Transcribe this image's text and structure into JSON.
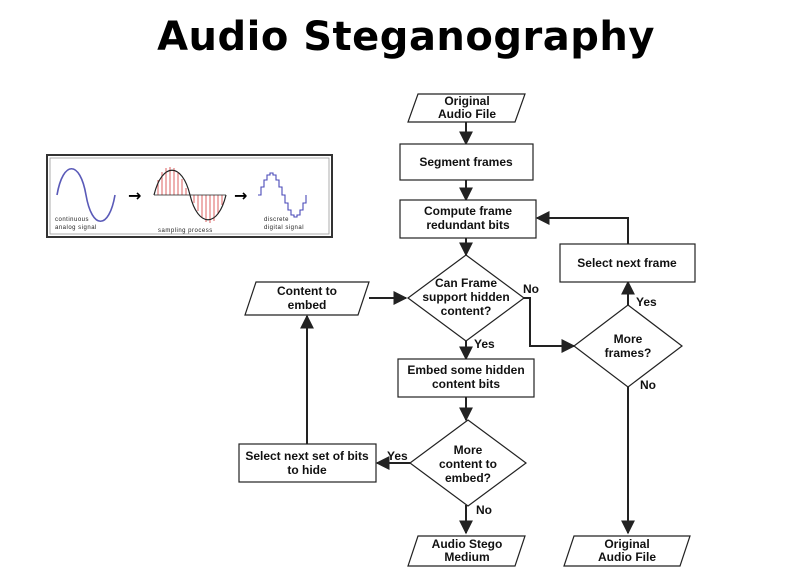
{
  "title": "Audio Steganography",
  "inset": {
    "captions": {
      "continuous": [
        "continuous",
        "analog signal"
      ],
      "sampling": [
        "sampling process"
      ],
      "discrete": [
        "discrete",
        "digital signal"
      ]
    },
    "arrow_glyph": "→"
  },
  "flowchart": {
    "nodes": {
      "original_audio_in": [
        "Original",
        "Audio File"
      ],
      "segment_frames": [
        "Segment frames"
      ],
      "compute_bits": [
        "Compute frame",
        "redundant bits"
      ],
      "can_frame": [
        "Can Frame",
        "support hidden",
        "content?"
      ],
      "content_to_embed": [
        "Content to",
        "embed"
      ],
      "embed_bits": [
        "Embed some hidden",
        "content bits"
      ],
      "more_content": [
        "More",
        "content to",
        "embed?"
      ],
      "select_bits": [
        "Select next set of bits",
        "to hide"
      ],
      "stego_medium": [
        "Audio Stego",
        "Medium"
      ],
      "select_frame": [
        "Select next frame"
      ],
      "more_frames": [
        "More",
        "frames?"
      ],
      "original_audio_out": [
        "Original",
        "Audio File"
      ]
    },
    "edge_labels": {
      "can_frame_no": "No",
      "can_frame_yes": "Yes",
      "more_frames_yes": "Yes",
      "more_frames_no": "No",
      "more_content_yes": "Yes",
      "more_content_no": "No"
    }
  },
  "colors": {
    "stroke": "#222222",
    "analog_wave": "#5a5ab8",
    "sampling_lines": "#e07070",
    "digital_wave": "#4a4ab8"
  }
}
